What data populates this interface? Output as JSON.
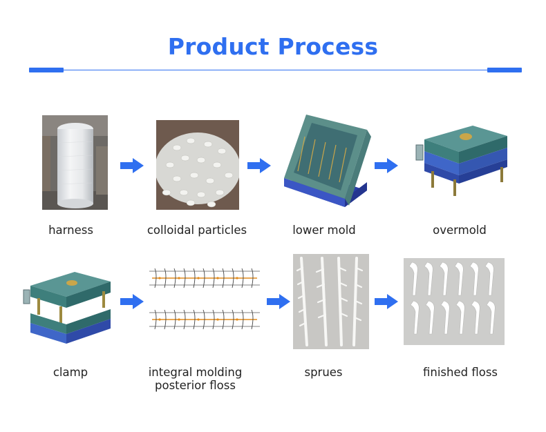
{
  "title": "Product Process",
  "accent": "#2f6ff0",
  "steps": [
    {
      "label": "harness",
      "icon": "thread-spool-photo"
    },
    {
      "label": "colloidal particles",
      "icon": "plastic-pellets-photo"
    },
    {
      "label": "lower mold",
      "icon": "lower-mold-render"
    },
    {
      "label": "overmold",
      "icon": "overmold-render"
    },
    {
      "label": "clamp",
      "icon": "clamped-mold-render"
    },
    {
      "label": "integral molding\nposterior floss",
      "icon": "molded-floss-drawing"
    },
    {
      "label": "sprues",
      "icon": "sprue-tree-photo"
    },
    {
      "label": "finished floss",
      "icon": "floss-picks-photo"
    }
  ]
}
